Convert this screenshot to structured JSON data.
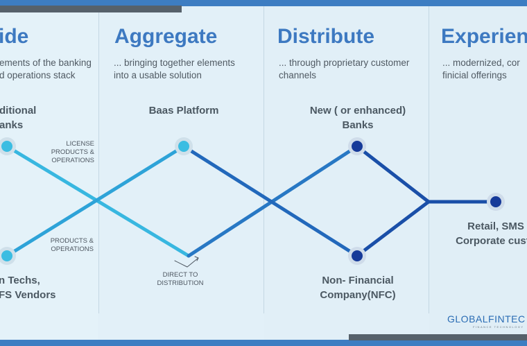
{
  "columns": [
    {
      "heading": "ide",
      "sub": "ements of the banking\nd operations stack"
    },
    {
      "heading": "Aggregate",
      "sub": "... bringing together elements\ninto a usable solution"
    },
    {
      "heading": "Distribute",
      "sub": "... through proprietary customer\nchannels"
    },
    {
      "heading": "Experien",
      "sub": "... modernized, cor\nfinicial offerings"
    }
  ],
  "nodes": {
    "traditional_banks": "ditional\nanks",
    "fintechs": "n Techs,\nFS Vendors",
    "baas_platform": "Baas Platform",
    "new_banks": "New ( or enhanced)\nBanks",
    "nfc": "Non- Financial\nCompany(NFC)",
    "retail": "Retail, SMS\nCorporate custo"
  },
  "annotations": {
    "license": "LICENSE\nPRODUCTS &\nOPERATIONS",
    "products": "PRODUCTS &\nOPERATIONS",
    "direct": "DIRECT TO\nDISTRIBUTION"
  },
  "logo": {
    "name": "GLOBALFINTEC",
    "tagline": "FINANCE TECHNOLOGY"
  },
  "colors": {
    "heading": "#3d79c1",
    "line_light": "#38b7e0",
    "line_mid": "#2b8bcc",
    "line_dark": "#1a4fa8",
    "node_light": "#3bbde2",
    "node_dark": "#163a99"
  }
}
